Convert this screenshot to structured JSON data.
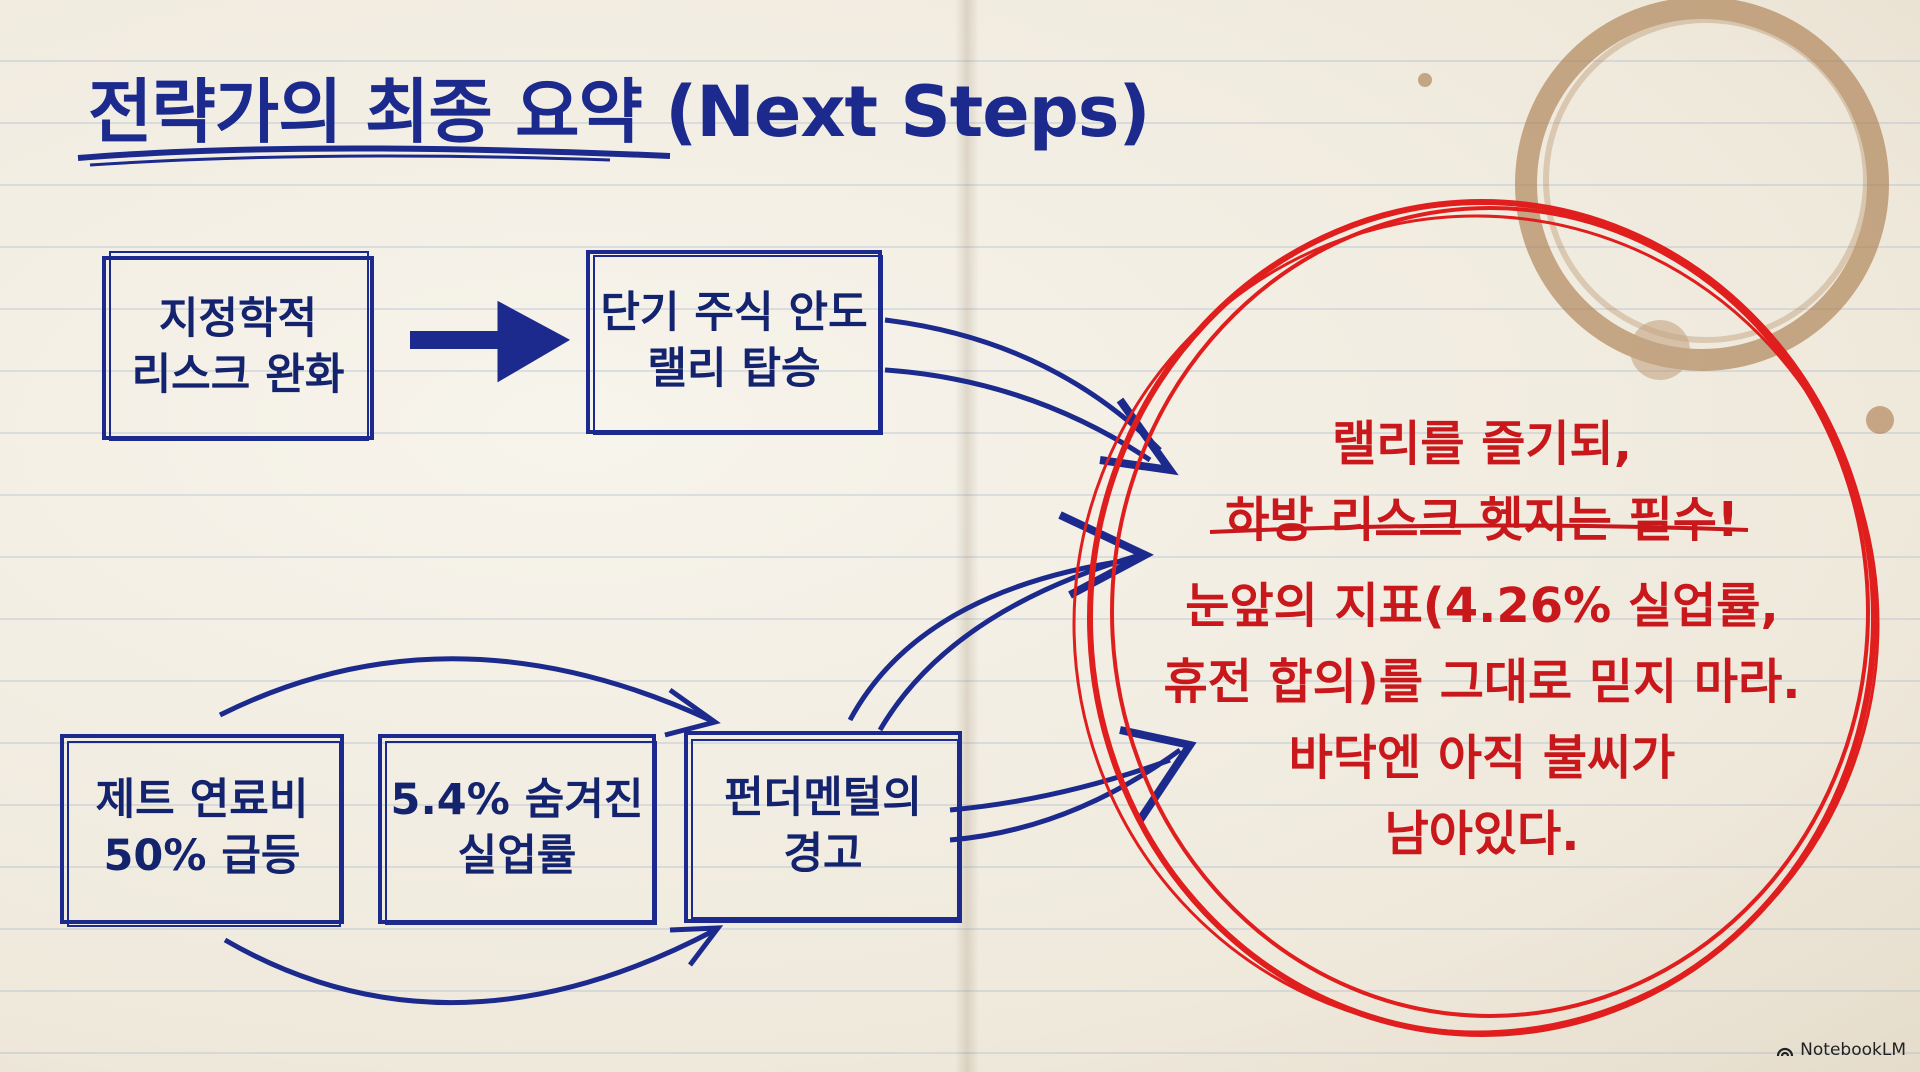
{
  "title": "전략가의 최종 요약 (Next Steps)",
  "boxes": {
    "geopolitical": "지정학적\n리스크 완화",
    "rally": "단기 주식 안도\n랠리 탑승",
    "jet_fuel": "제트 연료비\n50% 급등",
    "unemployment": "5.4% 숨겨진\n실업률",
    "fundamentals": "펀더멘털의\n경고"
  },
  "conclusion": {
    "line1": "랠리를 즐기되,",
    "line2": "하방 리스크 헷지는 필수!",
    "line3": "눈앞의 지표(4.26% 실업률,",
    "line4": "휴전 합의)를 그대로 믿지 마라.",
    "line5": "바닥엔 아직 불씨가",
    "line6": "남아있다."
  },
  "brand": "NotebookLM",
  "colors": {
    "ink_blue": "#1b2a8c",
    "ink_red": "#c8181c",
    "stain": "#9a6a3a"
  }
}
